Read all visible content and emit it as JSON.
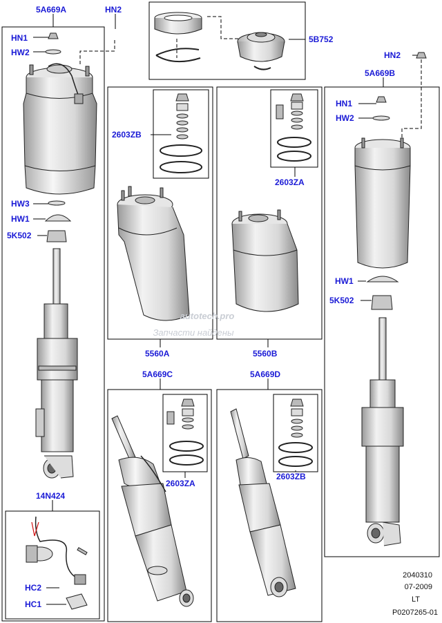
{
  "labels": {
    "assy_front_left": "5A669A",
    "assy_front_right": "5A669B",
    "assy_rear_left": "5A669C",
    "assy_rear_right": "5A669D",
    "spring_left": "5560A",
    "spring_right": "5560B",
    "seal_kit_b": "2603ZB",
    "seal_kit_a": "2603ZA",
    "seal_kit_a_rear": "2603ZA",
    "seal_kit_b_rear": "2603ZB",
    "top_mount_kit": "5B752",
    "sensor": "14N424",
    "nut_1": "HN1",
    "nut_2": "HN2",
    "washer_2": "HW2",
    "washer_3": "HW3",
    "washer_1": "HW1",
    "bump_stop": "5K502",
    "nut_1_right": "HN1",
    "nut_2_right": "HN2",
    "washer_2_right": "HW2",
    "washer_1_right": "HW1",
    "bump_stop_right": "5K502",
    "clip_2": "HC2",
    "clip_1": "HC1"
  },
  "footer": {
    "code": "2040310",
    "date": "07-2009",
    "side": "LT",
    "drawing_id": "P0207265-01"
  },
  "watermark": {
    "brand": "autotech.pro",
    "tagline": "Запчасти найдены"
  },
  "colors": {
    "label": "#1a1ad6",
    "line": "#000000",
    "part_fill": "#eeeeee",
    "part_shade": "#c8c8c8"
  }
}
